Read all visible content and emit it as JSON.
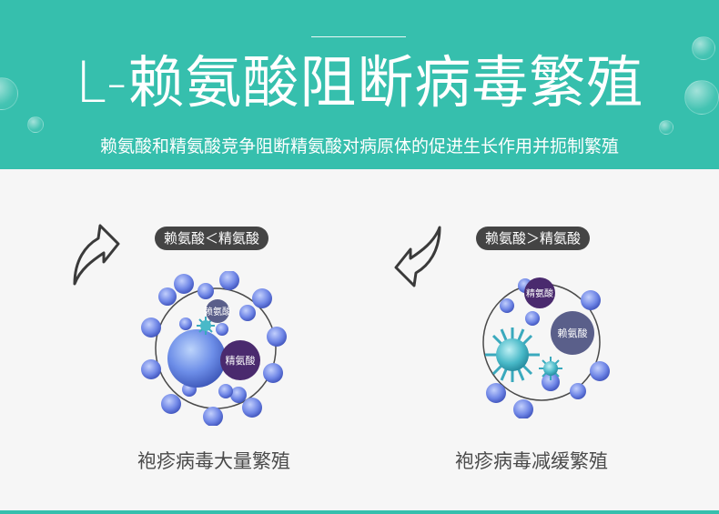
{
  "header": {
    "title": "L-赖氨酸阻断病毒繁殖",
    "subtitle": "赖氨酸和精氨酸竞争阻断精氨酸对病原体的促进生长作用并扼制繁殖"
  },
  "left_panel": {
    "badge": "赖氨酸＜精氨酸",
    "label_lys": "赖氨酸",
    "label_arg": "精氨酸",
    "caption": "袍疹病毒大量繁殖"
  },
  "right_panel": {
    "badge": "赖氨酸＞精氨酸",
    "label_arg": "精氨酸",
    "label_lys": "赖氨酸",
    "caption": "袍疹病毒减缓繁殖"
  },
  "colors": {
    "teal": "#36bfad",
    "virus_blue": "#6f86e6",
    "virus_cyan": "#49b9c8",
    "arginine_purple": "#4a2a6e",
    "lysine_slate": "#5a5f8a"
  }
}
